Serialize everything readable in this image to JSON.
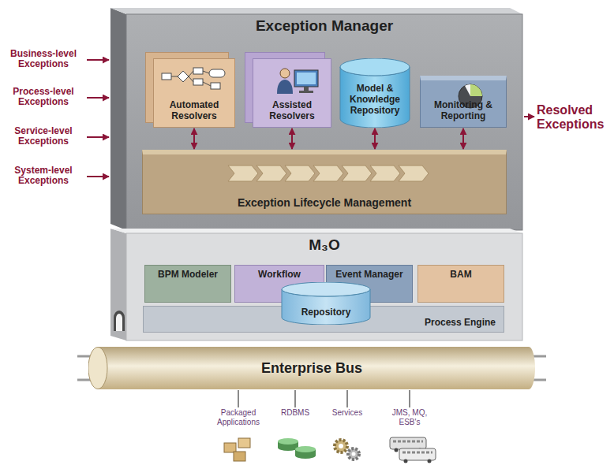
{
  "diagram": {
    "nodes": [
      {
        "text": [
          "Exception Manager"
        ]
      },
      {
        "text": [
          "Automated Resolvers"
        ],
        "in": 0
      },
      {
        "text": [
          "Assisted Resolvers"
        ],
        "in": 0
      },
      {
        "text": [
          "Model & Knowledge Repository"
        ],
        "in": 0
      },
      {
        "text": [
          "Monitoring & Reporting"
        ],
        "in": 0
      },
      {
        "text": [
          "Exception Lifecycle Management"
        ],
        "in": 0
      },
      {
        "text": [
          "M₃O"
        ]
      },
      {
        "text": [
          "BPM Modeler"
        ],
        "in": 6
      },
      {
        "text": [
          "Workflow"
        ],
        "in": 6
      },
      {
        "text": [
          "Event Manager"
        ],
        "in": 6
      },
      {
        "text": [
          "BAM"
        ],
        "in": 6
      },
      {
        "text": [
          "Process Engine"
        ],
        "in": 6
      },
      {
        "text": [
          "Repository"
        ],
        "in": 6
      },
      {
        "text": [
          "Enterprise Bus"
        ]
      },
      {
        "text": [
          "Packaged Applications"
        ]
      },
      {
        "text": [
          "RDBMS"
        ]
      },
      {
        "text": [
          "Services"
        ]
      },
      {
        "text": [
          "JMS, MQ, ESB's"
        ]
      }
    ],
    "edges": [
      {
        "from": 1,
        "to": 5,
        "arrow": "both"
      },
      {
        "from": 2,
        "to": 5,
        "arrow": "both"
      },
      {
        "from": 3,
        "to": 5,
        "arrow": "both"
      },
      {
        "from": 4,
        "to": 5,
        "arrow": "both"
      },
      {
        "from": 13,
        "to": 14,
        "arrow": "none"
      },
      {
        "from": 13,
        "to": 15,
        "arrow": "none"
      },
      {
        "from": 13,
        "to": 16,
        "arrow": "none"
      },
      {
        "from": 13,
        "to": 17,
        "arrow": "none"
      }
    ],
    "labels": [
      "Business-level Exceptions",
      "Process-level Exceptions",
      "Service-level Exceptions",
      "System-level Exceptions",
      "Resolved Exceptions"
    ]
  }
}
